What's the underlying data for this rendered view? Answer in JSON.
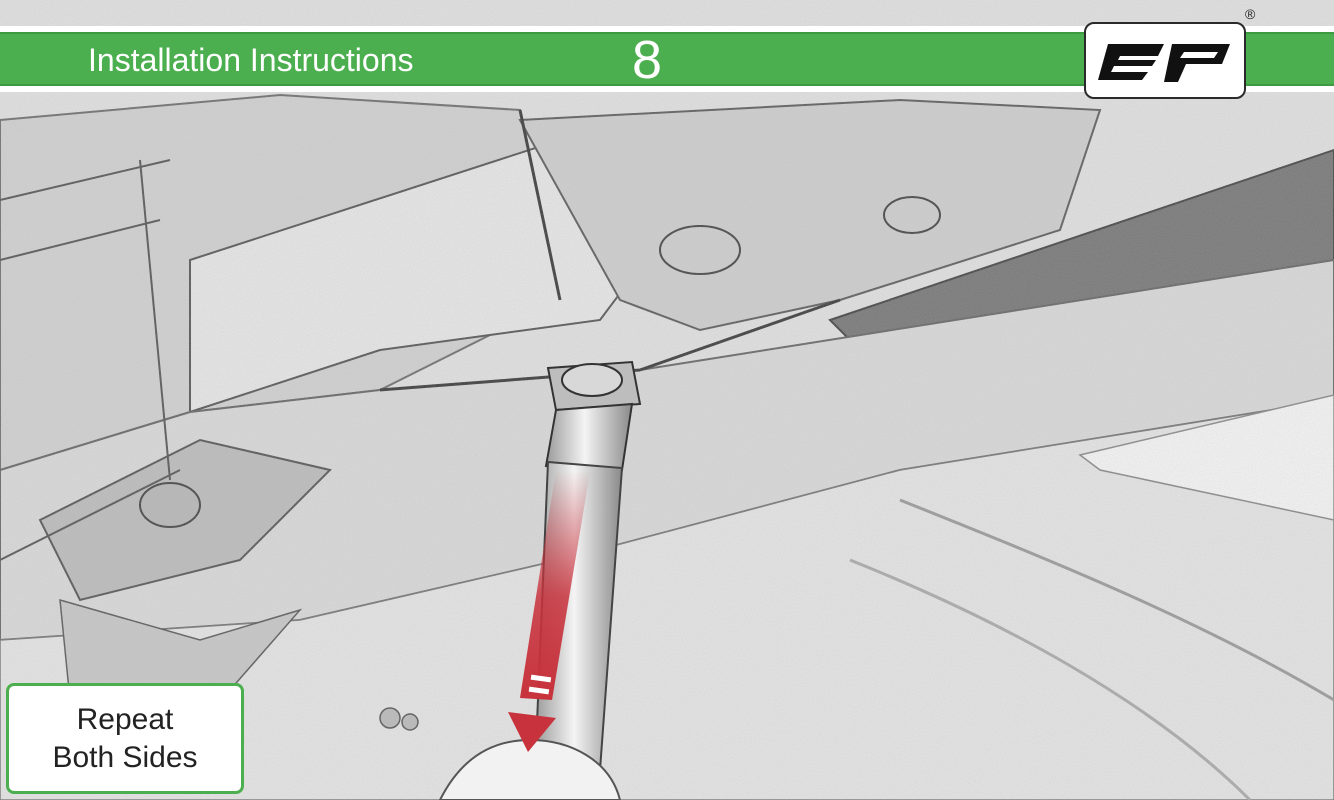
{
  "header": {
    "title": "Installation Instructions",
    "step_number": "8"
  },
  "brand": {
    "logo_icon": "ep-logo-icon",
    "registered_mark": "®"
  },
  "callout": {
    "line1": "Repeat",
    "line2": "Both Sides"
  },
  "illustration": {
    "icon": "socket-wrench-removal-arrow-icon"
  },
  "colors": {
    "accent_green": "#4caf4f",
    "arrow_red": "#c8323c",
    "sketch_gray": "#dcdcdc"
  }
}
